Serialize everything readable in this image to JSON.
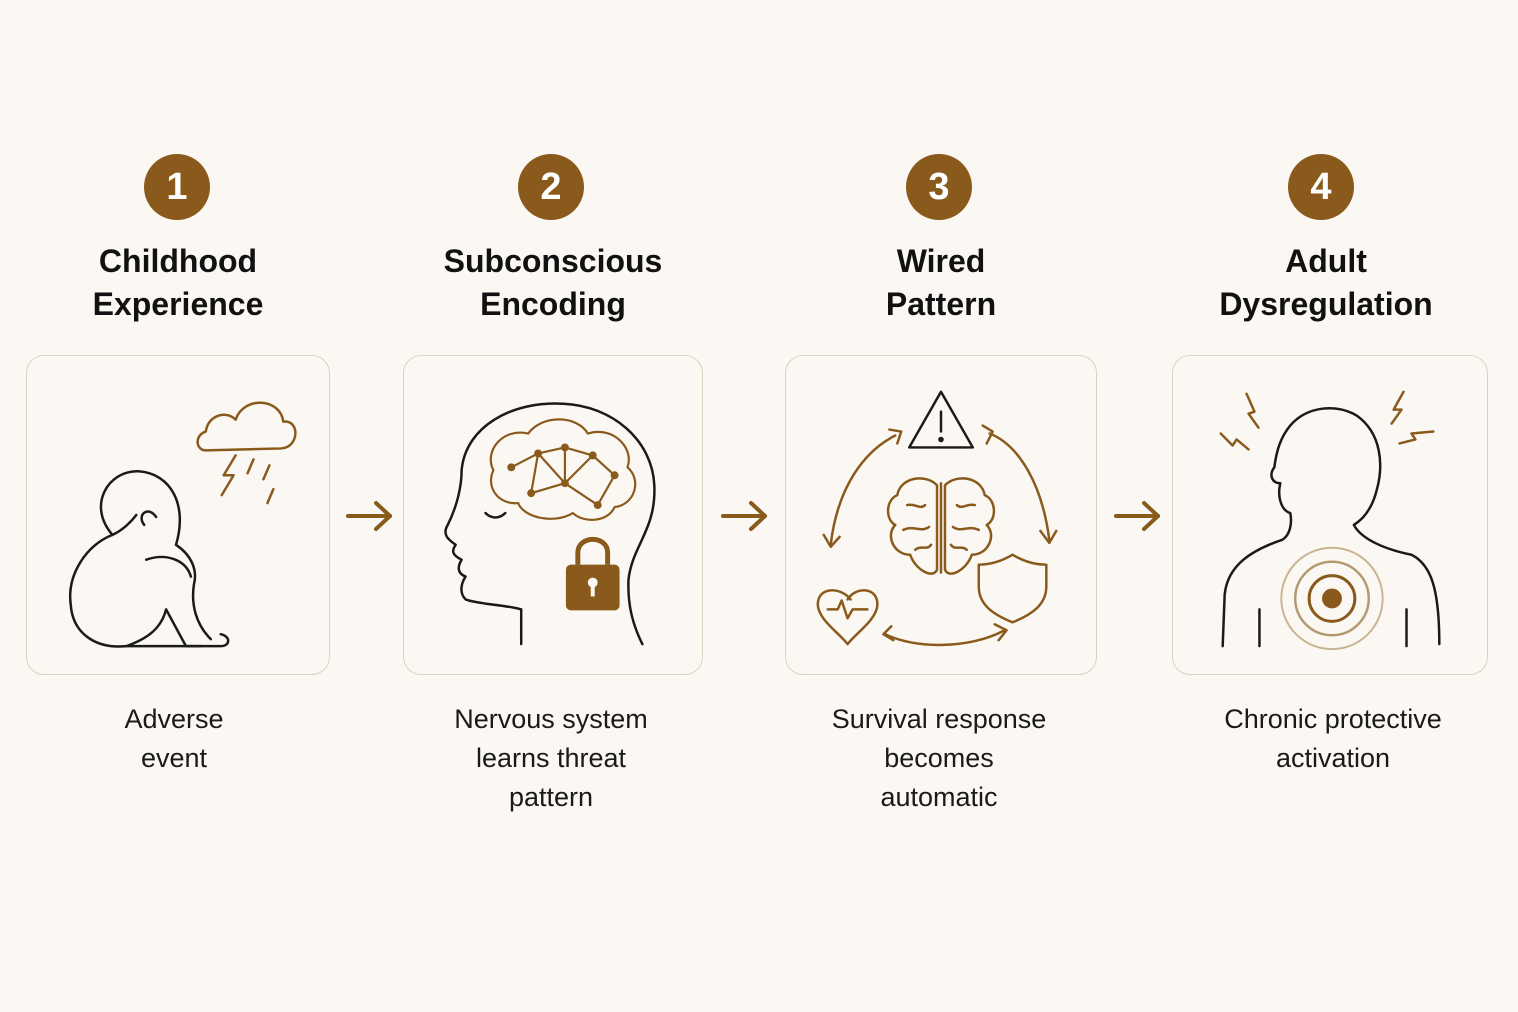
{
  "steps": [
    {
      "number": "1",
      "title_line1": "Childhood",
      "title_line2": "Experience",
      "desc_line1": "Adverse",
      "desc_line2": "event",
      "desc_line3": "",
      "icon": "child-storm-icon"
    },
    {
      "number": "2",
      "title_line1": "Subconscious",
      "title_line2": "Encoding",
      "desc_line1": "Nervous system",
      "desc_line2": "learns threat",
      "desc_line3": "pattern",
      "icon": "brain-lock-icon"
    },
    {
      "number": "3",
      "title_line1": "Wired",
      "title_line2": "Pattern",
      "desc_line1": "Survival response",
      "desc_line2": "becomes",
      "desc_line3": "automatic",
      "icon": "brain-cycle-icon"
    },
    {
      "number": "4",
      "title_line1": "Adult",
      "title_line2": "Dysregulation",
      "desc_line1": "Chronic protective",
      "desc_line2": "activation",
      "desc_line3": "",
      "icon": "person-activation-icon"
    }
  ],
  "colors": {
    "accent": "#8a5a1c",
    "line": "#1a1a1a",
    "background": "#fbf8f4",
    "card_border": "#ddd1bf"
  }
}
